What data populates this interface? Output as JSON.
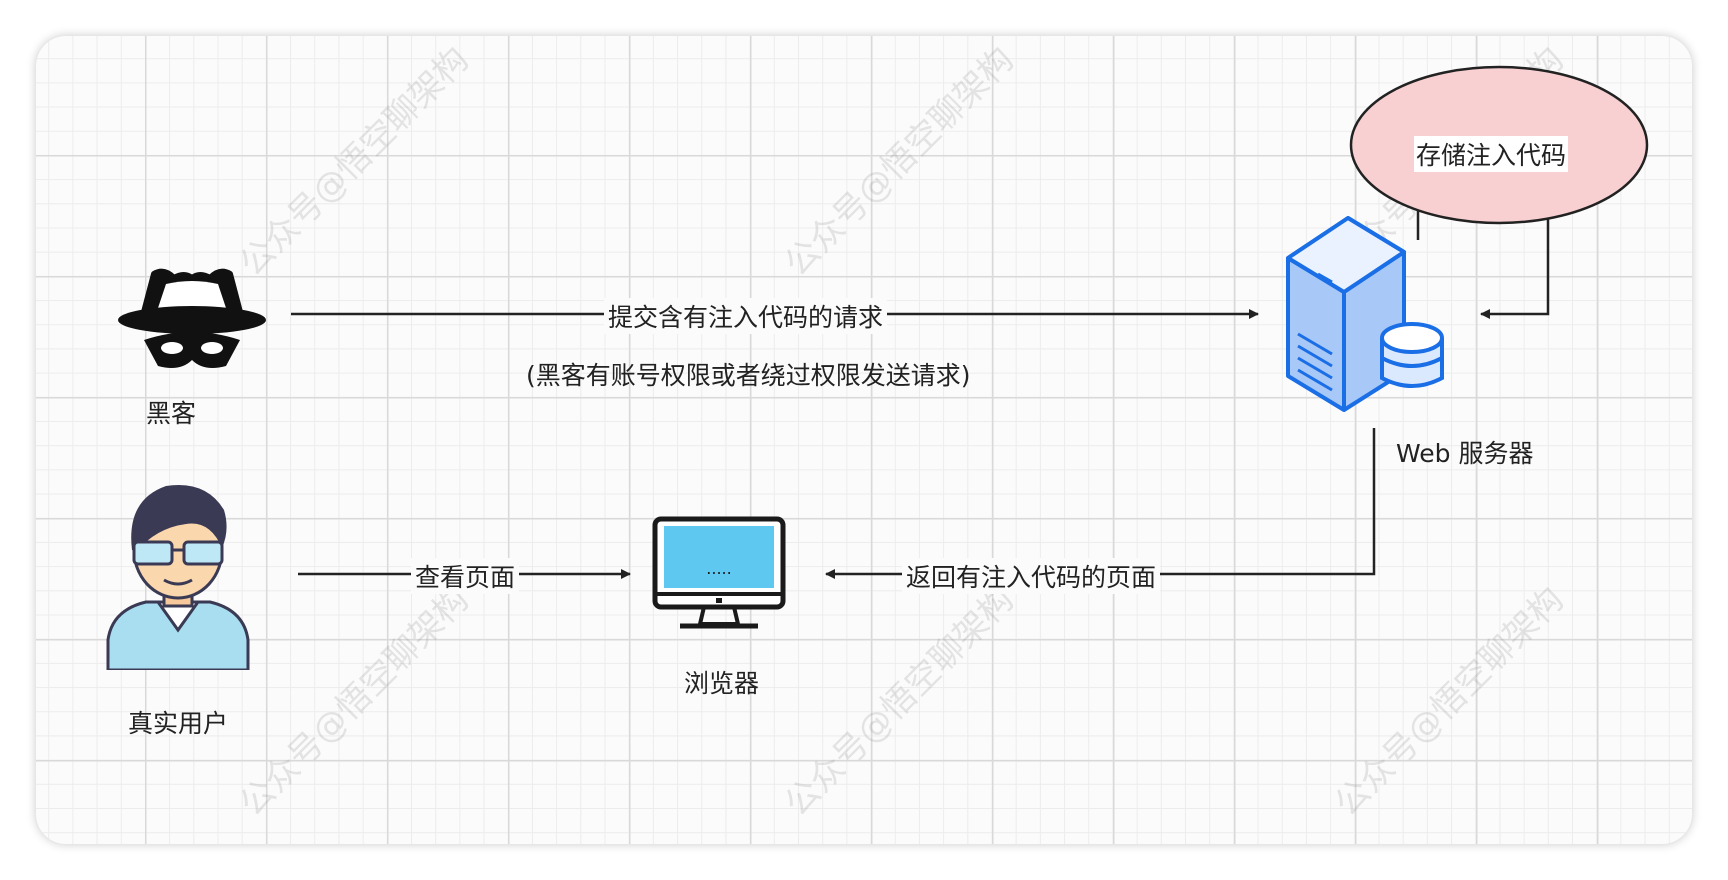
{
  "watermark": "公众号@悟空聊架构",
  "actors": {
    "hacker": "黑客",
    "user": "真实用户",
    "browser": "浏览器",
    "server": "Web 服务器"
  },
  "storage": {
    "label": "存储注入代码"
  },
  "arrows": {
    "submit": "提交含有注入代码的请求",
    "submit_note": "(黑客有账号权限或者绕过权限发送请求)",
    "view": "查看页面",
    "return": "返回有注入代码的页面"
  },
  "colors": {
    "storage_fill": "#f8d0d2",
    "server_blue": "#1a6ee6",
    "screen_blue": "#5ec8f0"
  }
}
